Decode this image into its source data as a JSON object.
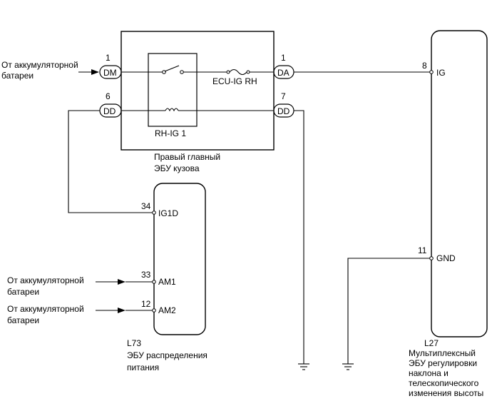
{
  "sources": {
    "dm_source": [
      "От аккумуляторной",
      "батареи"
    ],
    "am1_source": [
      "От аккумуляторной",
      "батареи"
    ],
    "am2_source": [
      "От аккумуляторной",
      "батареи"
    ]
  },
  "main_body_ecu": {
    "caption": [
      "Правый главный",
      "ЭБУ кузова"
    ],
    "relay_label": "RH-IG 1",
    "fuse_label": "ECU-IG RH",
    "pins": {
      "dm_num": "1",
      "dm_name": "DM",
      "dd_left_num": "6",
      "dd_left_name": "DD",
      "da_num": "1",
      "da_name": "DA",
      "dd_right_num": "7",
      "dd_right_name": "DD"
    }
  },
  "power_ecu": {
    "code": "L73",
    "caption": [
      "ЭБУ распределения",
      "питания"
    ],
    "terminals": {
      "ig1d_num": "34",
      "ig1d_name": "IG1D",
      "am1_num": "33",
      "am1_name": "AM1",
      "am2_num": "12",
      "am2_name": "AM2"
    }
  },
  "tilt_ecu": {
    "code": "L27",
    "caption": [
      "Мультиплексный",
      "ЭБУ регулировки",
      "наклона и",
      "телескопического",
      "изменения высоты"
    ],
    "terminals": {
      "ig_num": "8",
      "ig_name": "IG",
      "gnd_num": "11",
      "gnd_name": "GND"
    }
  }
}
